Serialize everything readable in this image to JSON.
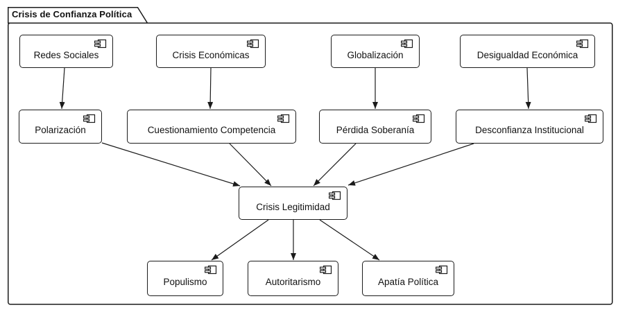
{
  "diagram": {
    "type": "uml-component-diagram",
    "title": "Crisis de Confianza Política",
    "colors": {
      "stroke": "#1b1b1b",
      "node_fill": "#ffffff",
      "background": "#ffffff",
      "text": "#111111"
    },
    "nodes": {
      "redes-sociales": {
        "label": "Redes Sociales"
      },
      "crisis-economicas": {
        "label": "Crisis Económicas"
      },
      "globalizacion": {
        "label": "Globalización"
      },
      "desigualdad-economica": {
        "label": "Desigualdad Económica"
      },
      "polarizacion": {
        "label": "Polarización"
      },
      "cuestionamiento-competencia": {
        "label": "Cuestionamiento Competencia"
      },
      "perdida-soberania": {
        "label": "Pérdida Soberanía"
      },
      "desconfianza-institucional": {
        "label": "Desconfianza Institucional"
      },
      "crisis-legitimidad": {
        "label": "Crisis Legitimidad"
      },
      "populismo": {
        "label": "Populismo"
      },
      "autoritarismo": {
        "label": "Autoritarismo"
      },
      "apatia-politica": {
        "label": "Apatía Política"
      }
    },
    "edges": [
      {
        "from": "redes-sociales",
        "to": "polarizacion"
      },
      {
        "from": "crisis-economicas",
        "to": "cuestionamiento-competencia"
      },
      {
        "from": "globalizacion",
        "to": "perdida-soberania"
      },
      {
        "from": "desigualdad-economica",
        "to": "desconfianza-institucional"
      },
      {
        "from": "polarizacion",
        "to": "crisis-legitimidad"
      },
      {
        "from": "cuestionamiento-competencia",
        "to": "crisis-legitimidad"
      },
      {
        "from": "perdida-soberania",
        "to": "crisis-legitimidad"
      },
      {
        "from": "desconfianza-institucional",
        "to": "crisis-legitimidad"
      },
      {
        "from": "crisis-legitimidad",
        "to": "populismo"
      },
      {
        "from": "crisis-legitimidad",
        "to": "autoritarismo"
      },
      {
        "from": "crisis-legitimidad",
        "to": "apatia-politica"
      }
    ],
    "icons": {
      "node_badge": "uml-component-icon"
    }
  }
}
